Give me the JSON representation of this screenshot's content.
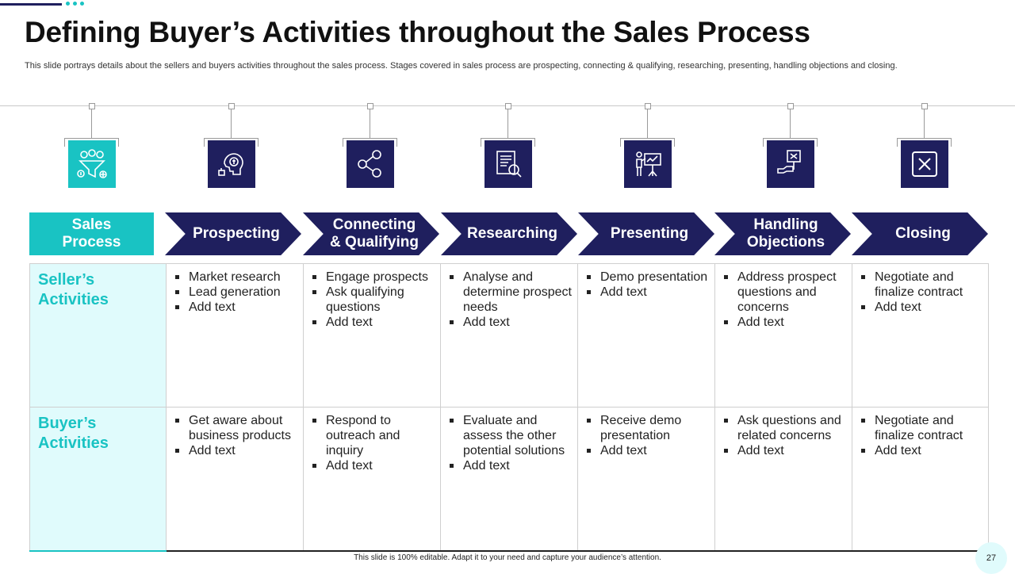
{
  "header": {
    "title": "Defining Buyer’s Activities throughout the Sales Process",
    "subtitle": "This slide portrays details about the sellers and buyers activities throughout the sales process. Stages covered in sales process are prospecting, connecting & qualifying, researching, presenting, handling objections and closing."
  },
  "icons": [
    {
      "name": "funnel-people-icon",
      "color": "#19c3c3"
    },
    {
      "name": "idea-head-icon",
      "color": "#1f1f5e"
    },
    {
      "name": "network-icon",
      "color": "#1f1f5e"
    },
    {
      "name": "document-search-icon",
      "color": "#1f1f5e"
    },
    {
      "name": "presentation-icon",
      "color": "#1f1f5e"
    },
    {
      "name": "hand-sign-icon",
      "color": "#1f1f5e"
    },
    {
      "name": "close-box-icon",
      "color": "#1f1f5e"
    }
  ],
  "stages": {
    "first": "Sales\nProcess",
    "items": [
      "Prospecting",
      "Connecting\n& Qualifying",
      "Researching",
      "Presenting",
      "Handling\nObjections",
      "Closing"
    ]
  },
  "rows": {
    "seller": {
      "label": "Seller’s\nActivities",
      "cells": [
        [
          "Market research",
          "Lead generation",
          "Add text"
        ],
        [
          "Engage prospects",
          "Ask qualifying questions",
          "Add text"
        ],
        [
          "Analyse and determine prospect needs",
          "Add text"
        ],
        [
          "Demo presentation",
          "Add text"
        ],
        [
          "Address prospect questions and concerns",
          "Add text"
        ],
        [
          "Negotiate and finalize contract",
          "Add text"
        ]
      ]
    },
    "buyer": {
      "label": "Buyer’s\nActivities",
      "cells": [
        [
          "Get aware about business products",
          "Add text"
        ],
        [
          "Respond to outreach and inquiry",
          "Add text"
        ],
        [
          "Evaluate and assess the other potential solutions",
          "Add text"
        ],
        [
          "Receive demo presentation",
          "Add text"
        ],
        [
          "Ask questions and related concerns",
          "Add text"
        ],
        [
          "Negotiate and finalize contract",
          "Add text"
        ]
      ]
    }
  },
  "footer": {
    "note": "This slide is 100% editable.  Adapt it to your need and capture your audience’s attention.",
    "page_number": "27"
  },
  "colors": {
    "navy": "#1f1f5e",
    "teal": "#19c3c3",
    "light_teal": "#e0fbfc"
  }
}
